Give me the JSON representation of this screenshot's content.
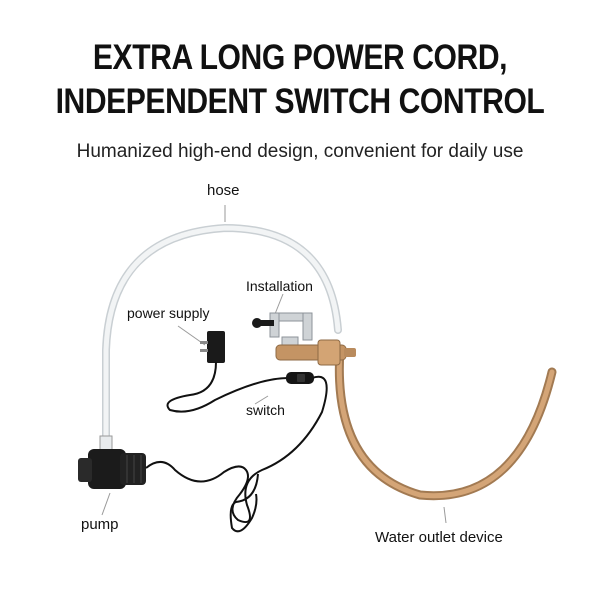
{
  "headline": {
    "line1": "EXTRA LONG POWER CORD,",
    "line2": "INDEPENDENT SWITCH CONTROL"
  },
  "subtitle": "Humanized high-end design, convenient for daily use",
  "labels": {
    "hose": "hose",
    "installation": "Installation",
    "power_supply": "power supply",
    "switch": "switch",
    "pump": "pump",
    "water_outlet": "Water outlet device"
  },
  "colors": {
    "hose": "#eef1f3",
    "copper": "#c79a6c",
    "cable": "#111111",
    "leader": "#999999"
  }
}
